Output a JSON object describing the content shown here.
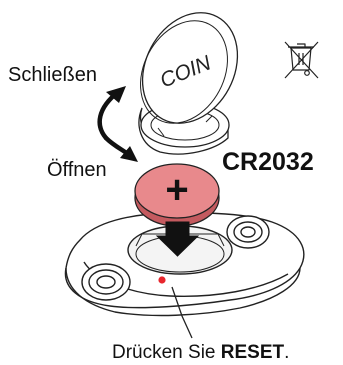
{
  "labels": {
    "close": "Schließen",
    "open": "Öffnen",
    "battery": "CR2032",
    "coin": "COIN",
    "plus": "+",
    "reset_prefix": "Drücken Sie ",
    "reset_key": "RESET",
    "reset_suffix": "."
  },
  "icons": {
    "disposal": "crossed-out-wheelie-bin-icon",
    "rotate": "curved-double-arrow-icon",
    "insert": "down-arrow-icon",
    "reset_button": "reset-dot-icon"
  },
  "colors": {
    "battery_fill": "#e8898c",
    "battery_dark": "#c45a5f",
    "reset_dot": "#e8262d",
    "line": "#222222",
    "arrow_fill": "#111111"
  }
}
